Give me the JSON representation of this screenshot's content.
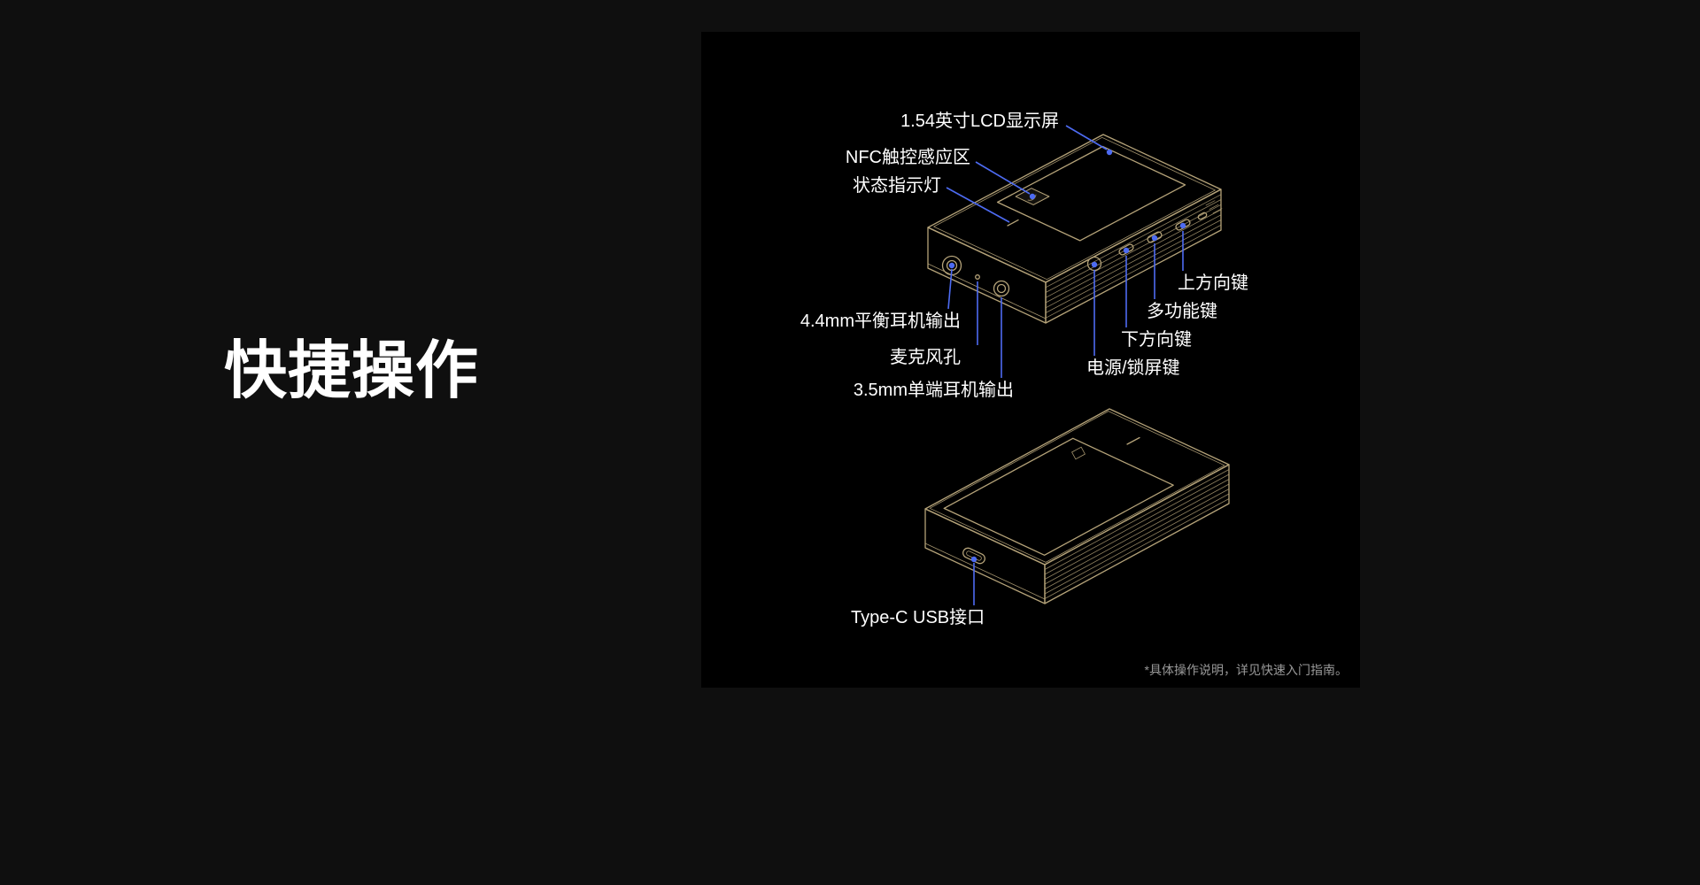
{
  "page": {
    "title": "快捷操作"
  },
  "diagram": {
    "labels": {
      "lcd": "1.54英寸LCD显示屏",
      "nfc": "NFC触控感应区",
      "status_led": "状态指示灯",
      "balanced_out": "4.4mm平衡耳机输出",
      "mic": "麦克风孔",
      "single_out": "3.5mm单端耳机输出",
      "up_key": "上方向键",
      "multi_key": "多功能键",
      "down_key": "下方向键",
      "power_key": "电源/锁屏键",
      "usb_port": "Type-C USB接口"
    },
    "footnote": "*具体操作说明，详见快速入门指南。",
    "colors": {
      "page_bg": "#0f0f0f",
      "panel_bg": "#000000",
      "line_gold": "#b5a379",
      "callout_blue": "#4d6bf2",
      "label_text": "#ffffff",
      "footnote_text": "#999999"
    }
  }
}
